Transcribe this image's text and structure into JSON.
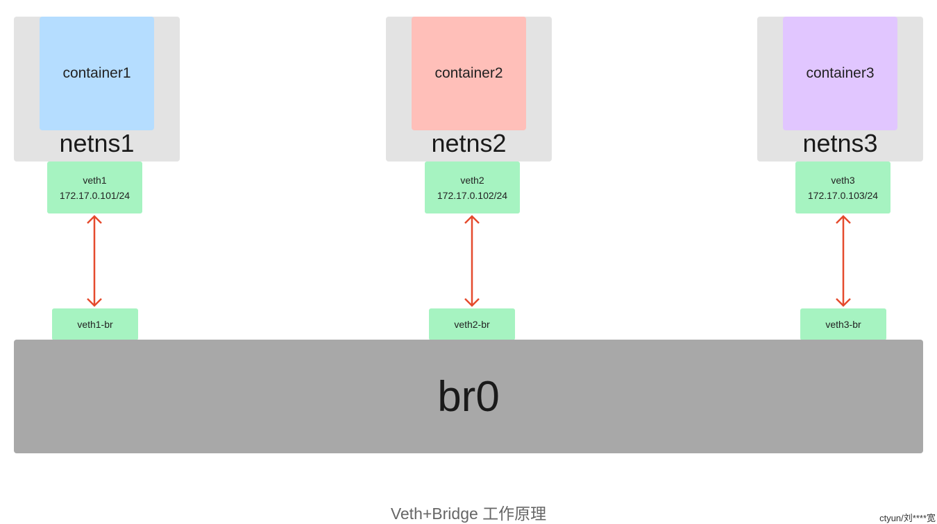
{
  "namespaces": [
    {
      "container": "container1",
      "netns": "netns1",
      "veth_name": "veth1",
      "veth_ip": "172.17.0.101/24",
      "veth_br": "veth1-br",
      "container_color": "#b5ddff"
    },
    {
      "container": "container2",
      "netns": "netns2",
      "veth_name": "veth2",
      "veth_ip": "172.17.0.102/24",
      "veth_br": "veth2-br",
      "container_color": "#ffbfb9"
    },
    {
      "container": "container3",
      "netns": "netns3",
      "veth_name": "veth3",
      "veth_ip": "172.17.0.103/24",
      "veth_br": "veth3-br",
      "container_color": "#e1c6ff"
    }
  ],
  "bridge": {
    "label": "br0"
  },
  "caption": "Veth+Bridge 工作原理",
  "watermark": "ctyun/刘****宽",
  "colors": {
    "veth": "#a6f3c1",
    "netns_bg": "#e3e3e3",
    "bridge_bg": "#a8a8a8",
    "arrow": "#e54a2d"
  }
}
